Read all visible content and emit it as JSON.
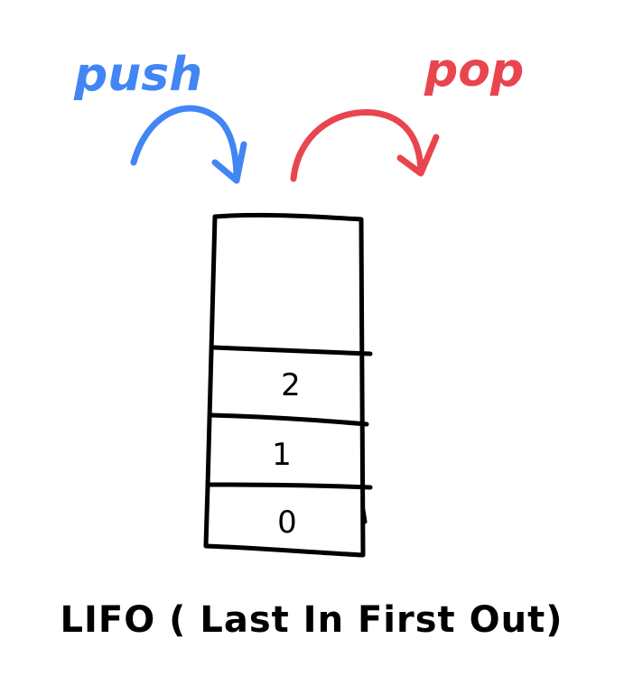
{
  "operations": {
    "push": {
      "label": "push",
      "color": "#4285f4"
    },
    "pop": {
      "label": "pop",
      "color": "#e8454f"
    }
  },
  "stack": {
    "cells": [
      {
        "label": ""
      },
      {
        "label": "2"
      },
      {
        "label": "1"
      },
      {
        "label": "0"
      }
    ]
  },
  "caption": "LIFO ( Last In First Out)"
}
